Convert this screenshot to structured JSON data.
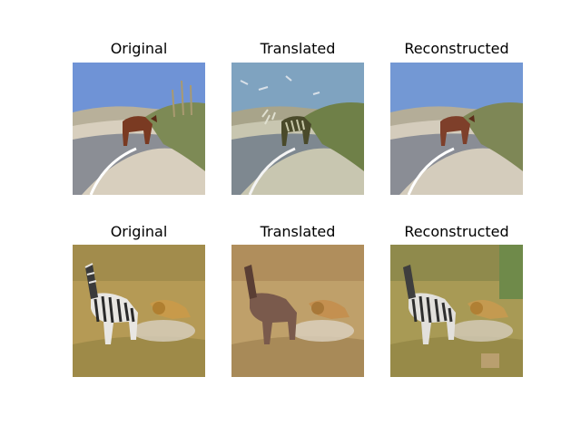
{
  "figure": {
    "rows": [
      {
        "titles": [
          "Original",
          "Translated",
          "Reconstructed"
        ],
        "subject": "horse-on-beach-road"
      },
      {
        "titles": [
          "Original",
          "Translated",
          "Reconstructed"
        ],
        "subject": "zebra-and-lion-savanna"
      }
    ]
  },
  "palette": {
    "sky_blue": "#6f93d6",
    "sand": "#d8cfbe",
    "road": "#8b8e95",
    "grass_dry": "#b59a55",
    "zebra_stripe": "#2a2a2a",
    "horse_brown": "#7a3a22",
    "lion_tan": "#c89a4a"
  }
}
